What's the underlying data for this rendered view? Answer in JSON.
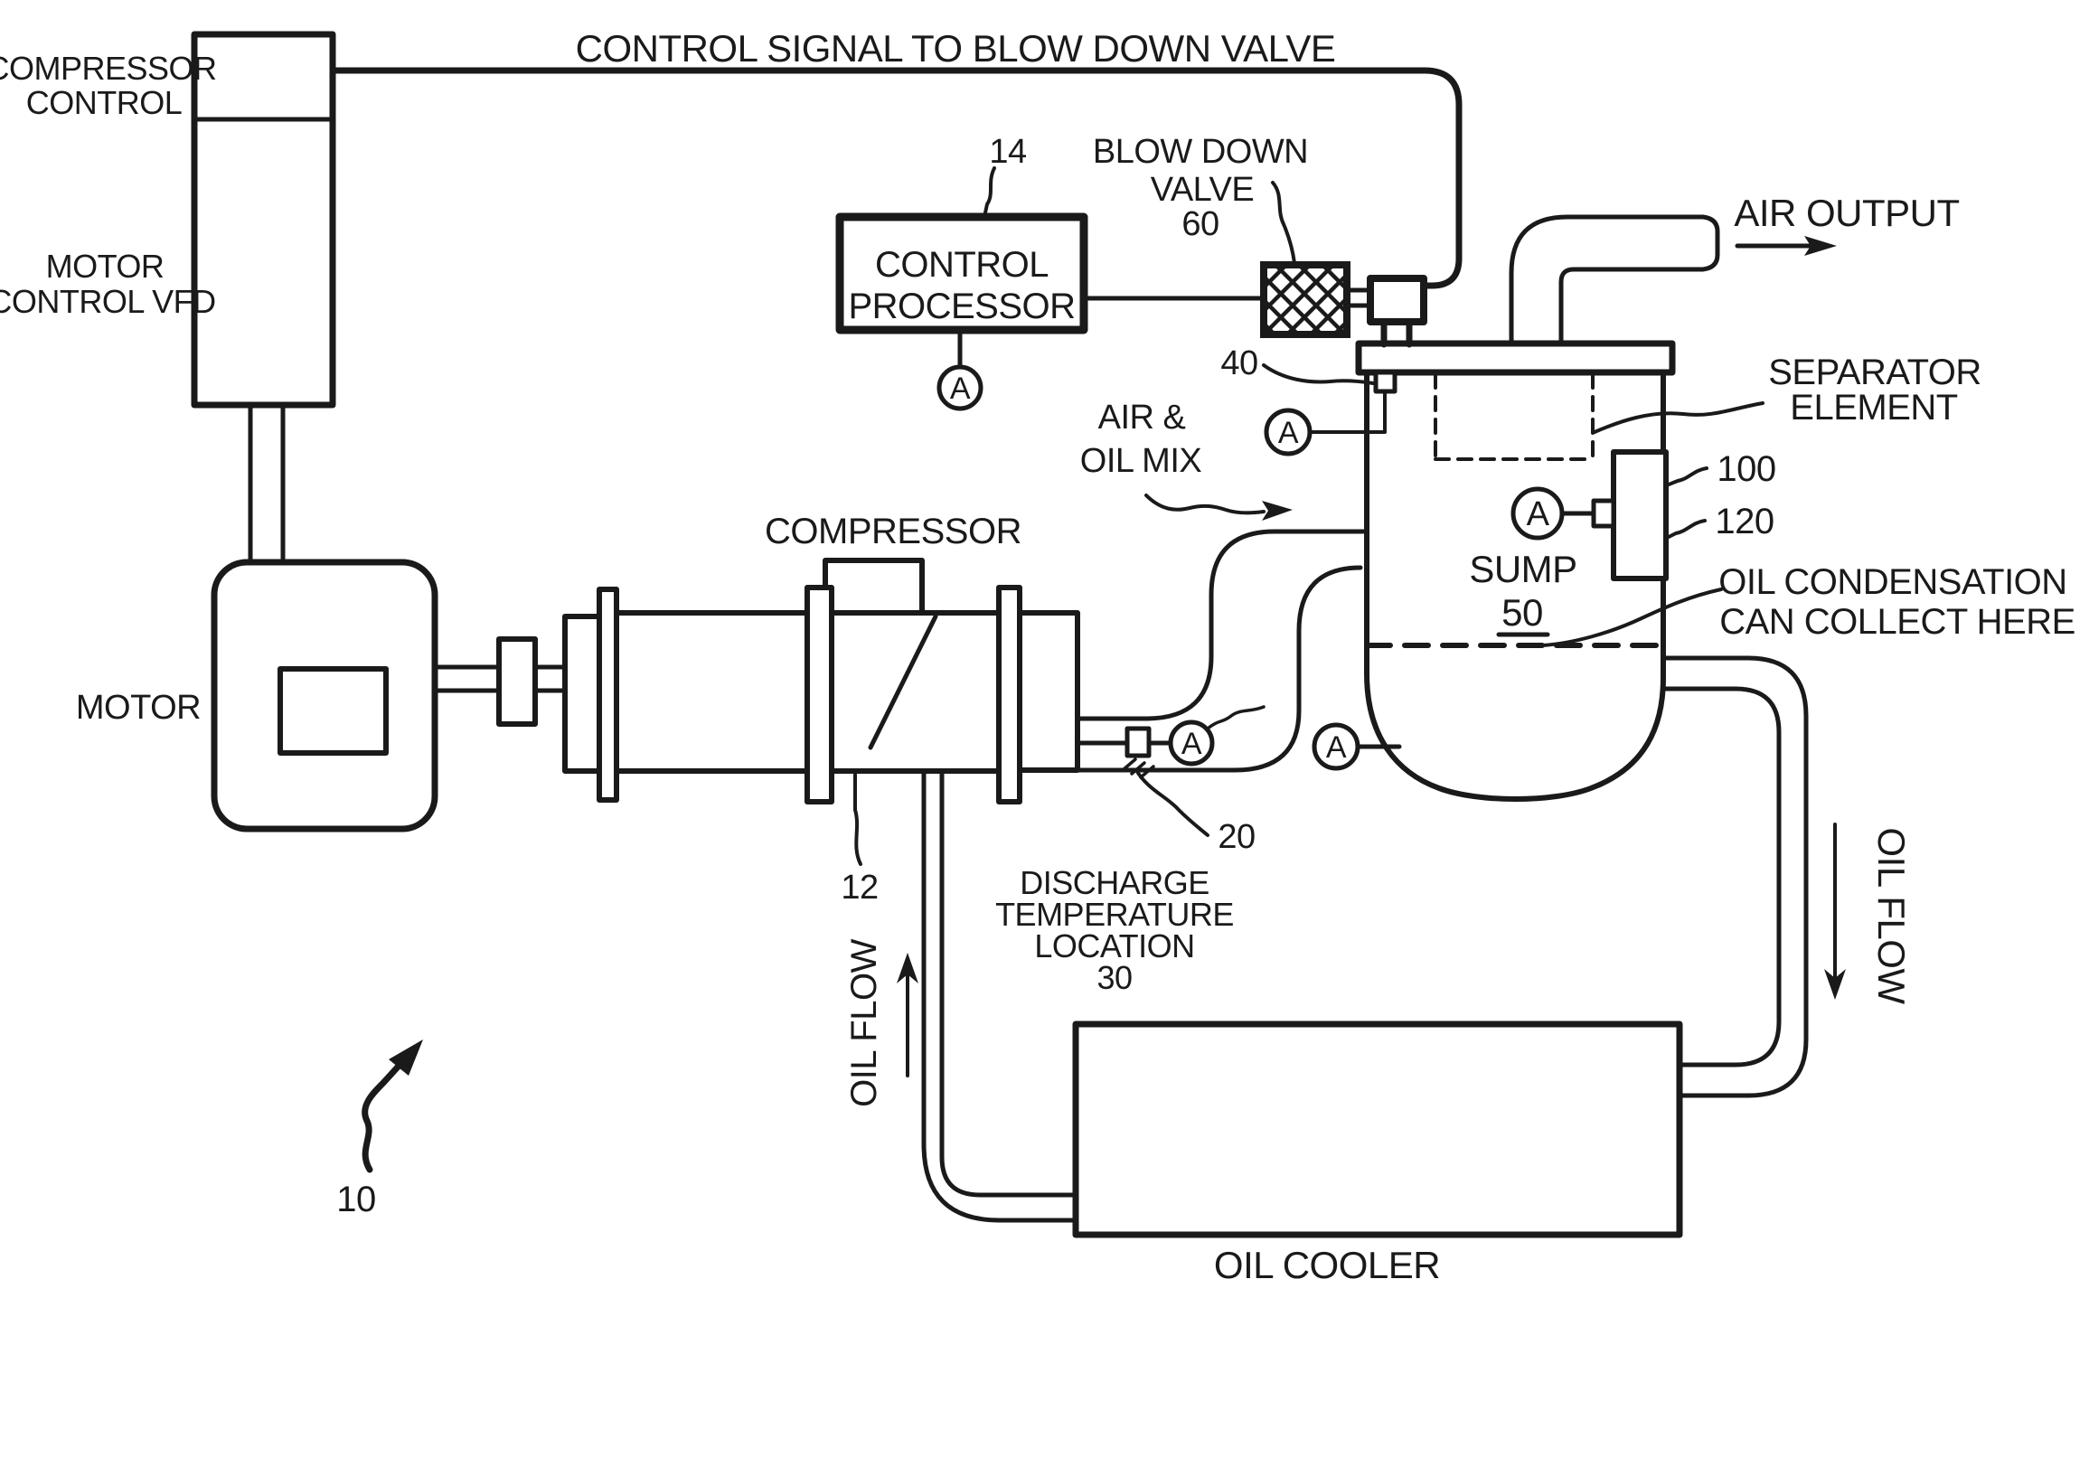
{
  "figure": {
    "colors": {
      "ink": "#1a1a1a",
      "background": "#ffffff"
    },
    "sensor_symbol": "A",
    "labels": {
      "compressor_control_1": "COMPRESSOR",
      "compressor_control_2": "CONTROL",
      "motor_control_1": "MOTOR",
      "motor_control_2": "CONTROL VFD",
      "control_signal": "CONTROL SIGNAL TO BLOW DOWN VALVE",
      "control_processor_1": "CONTROL",
      "control_processor_2": "PROCESSOR",
      "blow_down_1": "BLOW DOWN",
      "blow_down_2": "VALVE",
      "motor": "MOTOR",
      "compressor": "COMPRESSOR",
      "air_output": "AIR OUTPUT",
      "separator_1": "SEPARATOR",
      "separator_2": "ELEMENT",
      "sump": "SUMP",
      "oil_condensation_1": "OIL CONDENSATION",
      "oil_condensation_2": "CAN COLLECT HERE",
      "air_oil_mix_1": "AIR &",
      "air_oil_mix_2": "OIL MIX",
      "discharge_1": "DISCHARGE",
      "discharge_2": "TEMPERATURE",
      "discharge_3": "LOCATION",
      "oil_flow_left": "OIL FLOW",
      "oil_flow_right": "OIL FLOW",
      "oil_cooler": "OIL COOLER"
    },
    "reference_numbers": {
      "system": "10",
      "compressor": "12",
      "control_processor": "14",
      "discharge_sensor": "20",
      "discharge_location": "30",
      "tank_inlet": "40",
      "sump": "50",
      "blow_down_valve": "60",
      "separator_upper": "100",
      "separator_lower": "120"
    }
  }
}
